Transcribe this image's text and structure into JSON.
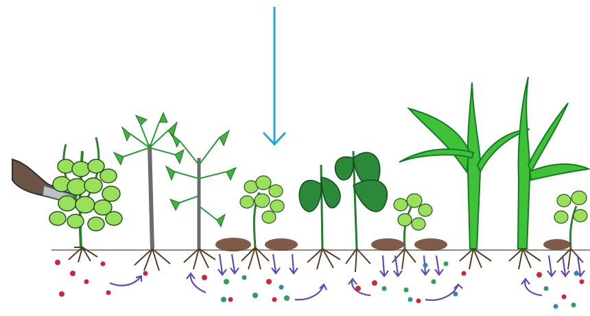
{
  "image": {
    "kind": "hand-drawn illustration",
    "colors": {
      "background": "#ffffff",
      "arrow_blue": "#29a3d8",
      "soil_line": "#8a8a8a",
      "leaf_light": "#9be05a",
      "leaf_mid": "#3fb33a",
      "leaf_dark": "#1f7d2f",
      "stem_grey": "#6b6b6b",
      "root_brown": "#5a3b22",
      "nutrient_arrow_purple": "#5b4bb5",
      "dot_red": "#c8283a",
      "dot_green": "#2f9e5a",
      "dot_teal": "#2a8fa6"
    },
    "elements": [
      "down-arrow",
      "hand-tool",
      "vine-plant",
      "palm-tree",
      "small-shrub",
      "broad-leaf-plant",
      "seedling",
      "tall-leek-plant",
      "roots",
      "nutrient-arrows",
      "soil-particles"
    ]
  }
}
